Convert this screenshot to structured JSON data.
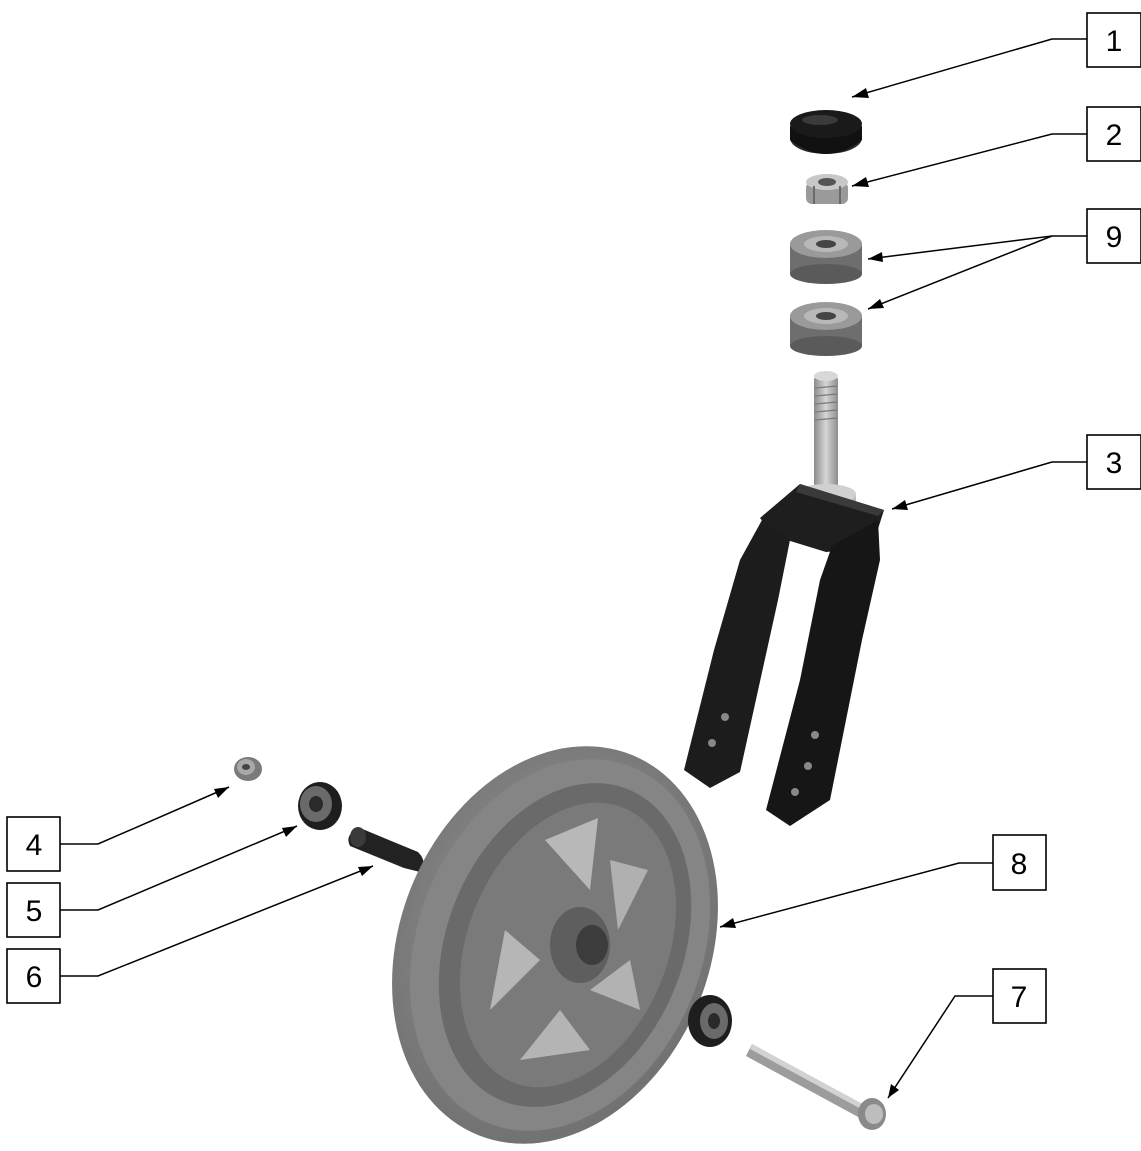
{
  "callouts": {
    "c1": "1",
    "c2": "2",
    "c3": "3",
    "c4": "4",
    "c5": "5",
    "c6": "6",
    "c7": "7",
    "c8": "8",
    "c9": "9"
  },
  "colors": {
    "tire": "#7f7f7f",
    "hub": "#6e6e6e",
    "fork": "#1c1c1c",
    "metal": "#b0b0b0",
    "bearing_ring": "#8a8a8a",
    "cap": "#111111"
  },
  "parts": [
    {
      "callout": "1",
      "icon": "cap-icon"
    },
    {
      "callout": "2",
      "icon": "nut-icon"
    },
    {
      "callout": "3",
      "icon": "fork-icon"
    },
    {
      "callout": "4",
      "icon": "nut-icon"
    },
    {
      "callout": "5",
      "icon": "bearing-icon"
    },
    {
      "callout": "6",
      "icon": "spacer-icon"
    },
    {
      "callout": "7",
      "icon": "axle-bolt-icon"
    },
    {
      "callout": "8",
      "icon": "wheel-icon"
    },
    {
      "callout": "9",
      "icon": "bearing-icon"
    }
  ]
}
